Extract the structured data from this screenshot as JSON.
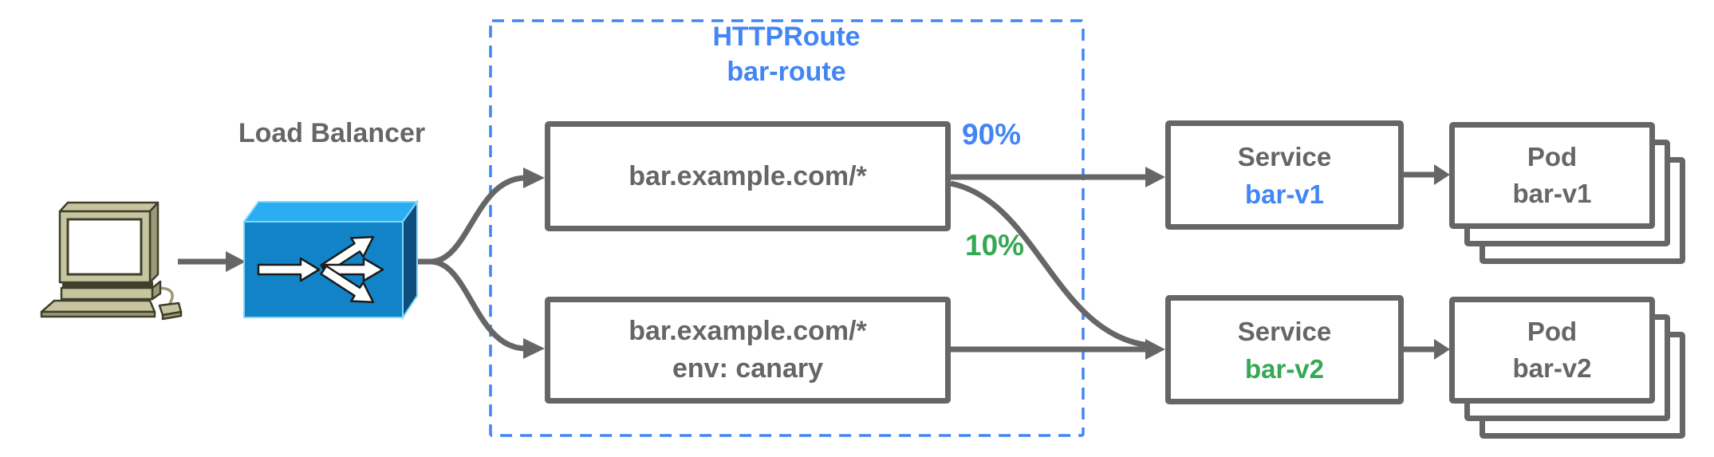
{
  "colors": {
    "blue": "#4285F4",
    "green": "#34A853",
    "gray": "#666666",
    "lb_front": "#1183C6",
    "lb_top": "#2BADF1",
    "lb_side": "#0E4E7C",
    "lb_edge": "#7ED8FF",
    "comp_body": "#C6C5A0",
    "comp_shade": "#9A9A78",
    "comp_dark": "#3F3F2C"
  },
  "icons": {
    "client": "desktop-computer-icon",
    "load_balancer": "load-balancer-icon"
  },
  "labels": {
    "load_balancer": "Load Balancer",
    "httproute_line1": "HTTPRoute",
    "httproute_line2": "bar-route",
    "pct_90": "90%",
    "pct_10": "10%"
  },
  "routes": [
    {
      "host": "bar.example.com/*"
    },
    {
      "host": "bar.example.com/*",
      "match": "env: canary"
    }
  ],
  "services": [
    {
      "kind": "Service",
      "name": "bar-v1",
      "color": "blue"
    },
    {
      "kind": "Service",
      "name": "bar-v2",
      "color": "green"
    }
  ],
  "pods": [
    {
      "kind": "Pod",
      "name": "bar-v1",
      "color": "blue"
    },
    {
      "kind": "Pod",
      "name": "bar-v2",
      "color": "green"
    }
  ]
}
